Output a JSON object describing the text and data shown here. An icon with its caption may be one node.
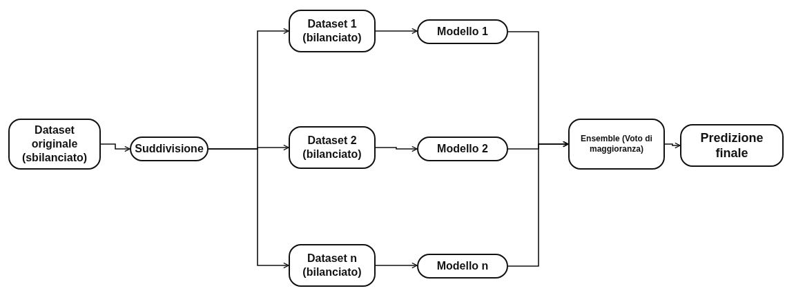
{
  "diagram": {
    "nodes": [
      {
        "text": [
          "Dataset originale (sbilanciato)"
        ]
      },
      {
        "text": [
          "Suddivisione"
        ]
      },
      {
        "text": [
          "Dataset 1 (bilanciato)"
        ]
      },
      {
        "text": [
          "Modello 1"
        ]
      },
      {
        "text": [
          "Dataset 2 (bilanciato)"
        ]
      },
      {
        "text": [
          "Modello 2"
        ]
      },
      {
        "text": [
          "Dataset n (bilanciato)"
        ]
      },
      {
        "text": [
          "Modello n"
        ]
      },
      {
        "text": [
          "Ensemble (Voto di maggioranza)"
        ]
      },
      {
        "text": [
          "Predizione finale"
        ]
      }
    ],
    "edges": [
      {
        "from": 0,
        "to": 1,
        "arrow": "to"
      },
      {
        "from": 1,
        "to": 2,
        "arrow": "to"
      },
      {
        "from": 1,
        "to": 4,
        "arrow": "to"
      },
      {
        "from": 1,
        "to": 6,
        "arrow": "to"
      },
      {
        "from": 2,
        "to": 3,
        "arrow": "to"
      },
      {
        "from": 4,
        "to": 5,
        "arrow": "to"
      },
      {
        "from": 6,
        "to": 7,
        "arrow": "to"
      },
      {
        "from": 3,
        "to": 8,
        "arrow": "to"
      },
      {
        "from": 5,
        "to": 8,
        "arrow": "to"
      },
      {
        "from": 7,
        "to": 8,
        "arrow": "to"
      },
      {
        "from": 8,
        "to": 9,
        "arrow": "to"
      }
    ]
  }
}
